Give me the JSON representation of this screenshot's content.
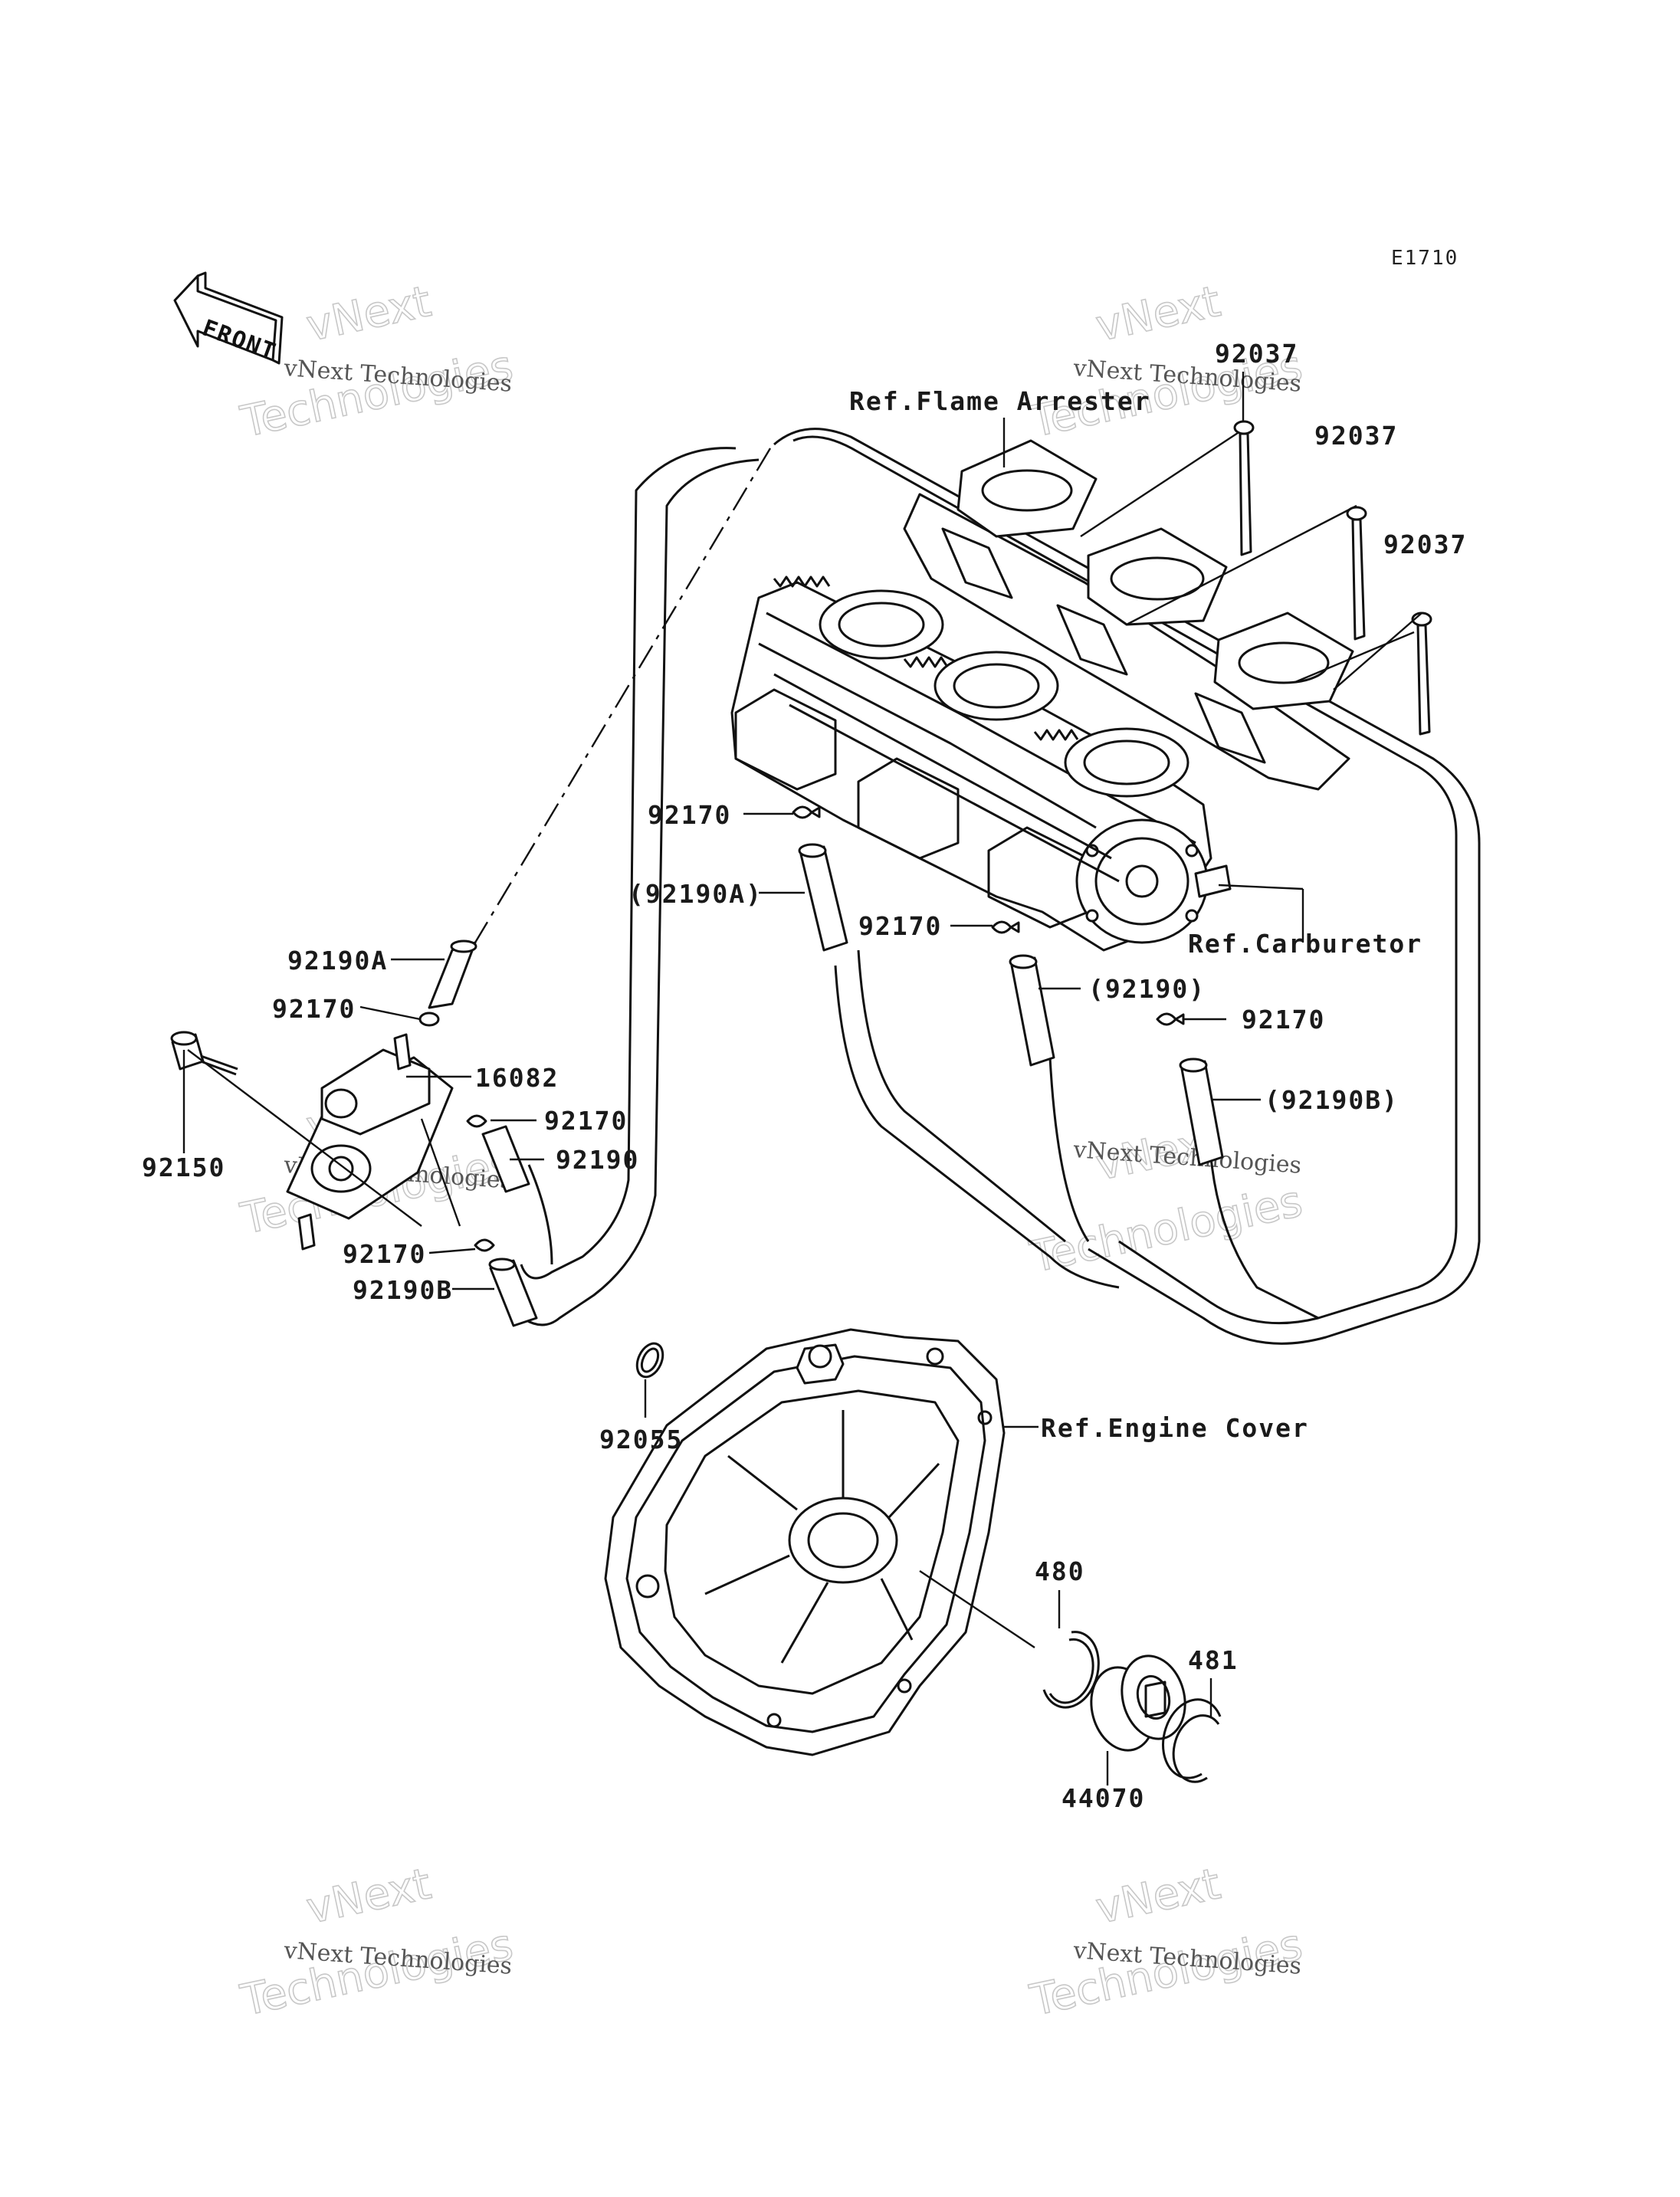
{
  "diagram_code": "E1710",
  "front_label": "FRONT",
  "references": {
    "flame_arrester": "Ref.Flame Arrester",
    "carburetor": "Ref.Carburetor",
    "engine_cover": "Ref.Engine Cover"
  },
  "part_numbers": {
    "p92037_a": "92037",
    "p92037_b": "92037",
    "p92037_c": "92037",
    "p92170_a": "92170",
    "p92190a_paren": "(92190A)",
    "p92170_b": "92170",
    "p92190_paren": "(92190)",
    "p92170_c": "92170",
    "p92190b_paren": "(92190B)",
    "p92190a": "92190A",
    "p92170_d": "92170",
    "p16082": "16082",
    "p92170_e": "92170",
    "p92190": "92190",
    "p92150": "92150",
    "p92170_f": "92170",
    "p92190b": "92190B",
    "p92055": "92055",
    "p480": "480",
    "p481": "481",
    "p44070": "44070"
  },
  "watermark": {
    "company": "vNext Technologies",
    "brand_top": "vNext",
    "brand_bottom": "Technologies"
  }
}
